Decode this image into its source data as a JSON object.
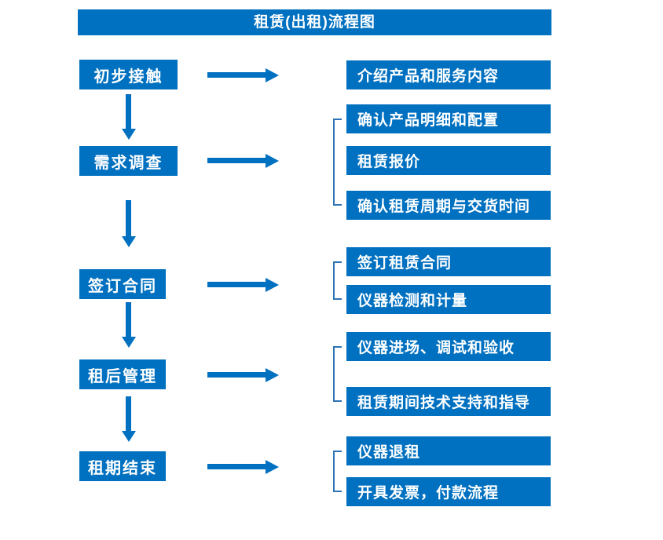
{
  "title": "租赁(出租)流程图",
  "colors": {
    "primary": "#0070C0",
    "bracket": "#2E74B5",
    "text_on_primary": "#FFFFFF"
  },
  "steps": [
    {
      "label": "初步接触",
      "details": [
        "介绍产品和服务内容"
      ]
    },
    {
      "label": "需求调查",
      "details": [
        "确认产品明细和配置",
        "租赁报价",
        "确认租赁周期与交货时间"
      ]
    },
    {
      "label": "签订合同",
      "details": [
        "签订租赁合同",
        "仪器检测和计量"
      ]
    },
    {
      "label": "租后管理",
      "details": [
        "仪器进场、调试和验收",
        "租赁期间技术支持和指导"
      ]
    },
    {
      "label": "租期结束",
      "details": [
        "仪器退租",
        "开具发票，付款流程"
      ]
    }
  ]
}
